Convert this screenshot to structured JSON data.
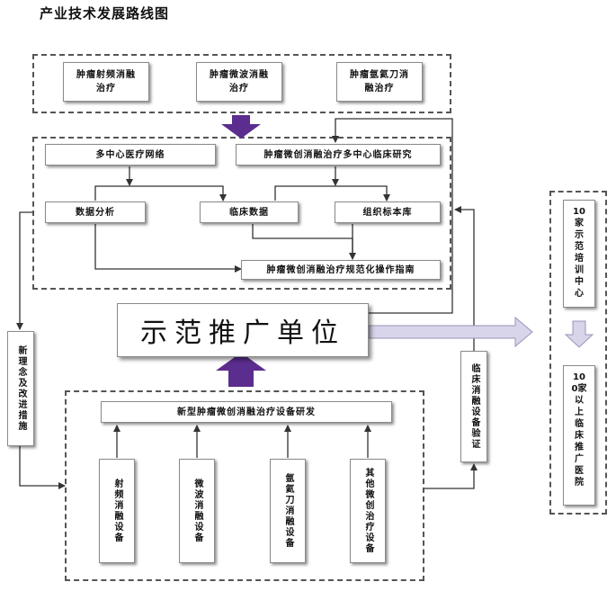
{
  "title": "产业技术发展路线图",
  "top_group": {
    "items": [
      "肿瘤射频消融治疗",
      "肿瘤微波消融治疗",
      "肿瘤氩氦刀消融治疗"
    ]
  },
  "research_group": {
    "network": "多中心医疗网络",
    "clinical_study": "肿瘤微创消融治疗多中心临床研究",
    "data_analysis": "数据分析",
    "clinical_data": "临床数据",
    "tissue_bank": "组织标本库",
    "guideline": "肿瘤微创消融治疗规范化操作指南"
  },
  "demo_unit": "示范推广单位",
  "left_side": "新理念及改进措施",
  "device_group": {
    "header": "新型肿瘤微创消融治疗设备研发",
    "devices": [
      "射频消融设备",
      "微波消融设备",
      "氩氦刀消融设备",
      "其他微创治疗设备"
    ]
  },
  "validation": "临床消融设备验证",
  "outcomes": {
    "training": "10家示范培训中心",
    "hospitals": "100家以上临床推广医院"
  },
  "colors": {
    "purple_arrow": "#5b2d8e",
    "light_arrow": "#d8d4ea",
    "line": "#333333",
    "dash": "#555555"
  }
}
